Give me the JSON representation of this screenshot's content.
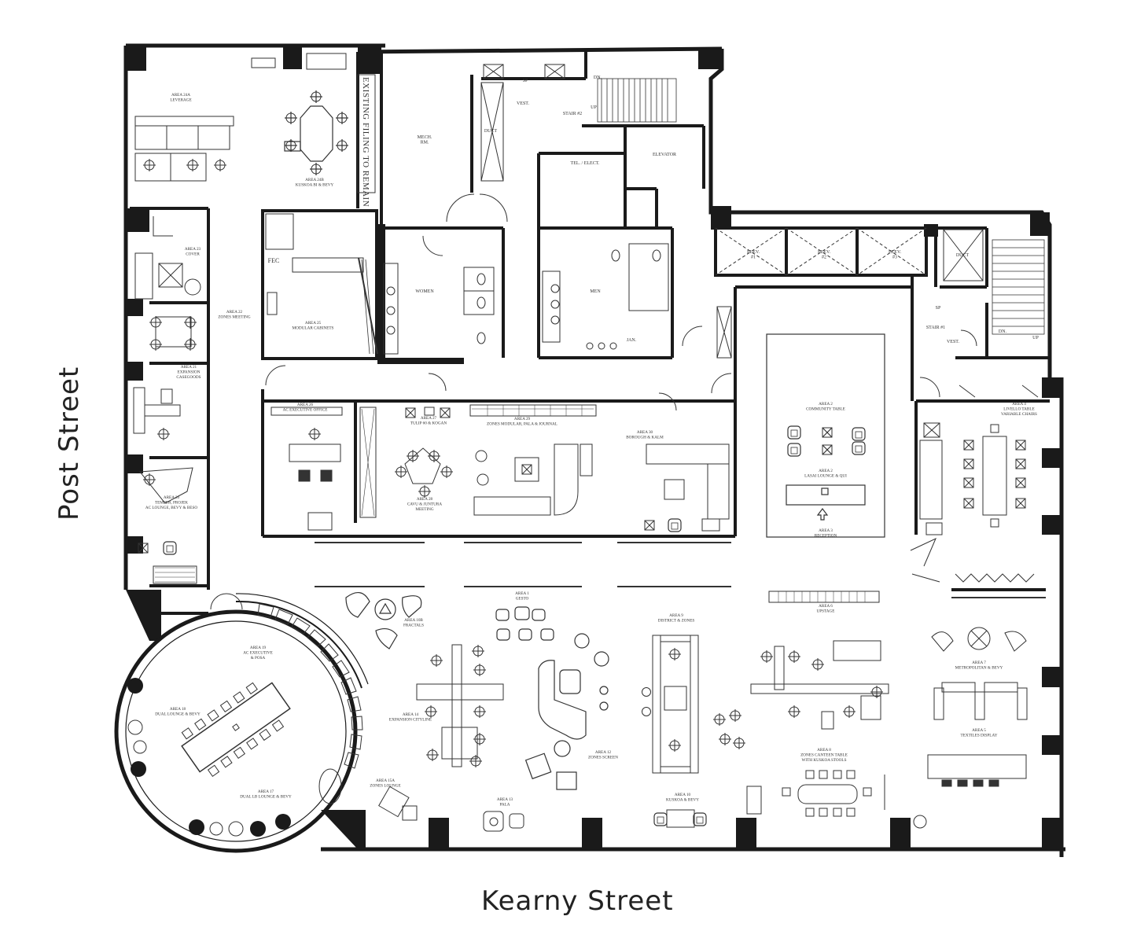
{
  "streets": {
    "left": "Post Street",
    "bottom": "Kearny Street"
  },
  "areas": [
    {
      "id": "a24a",
      "lines": [
        "AREA 24A",
        "LEVERAGE"
      ]
    },
    {
      "id": "a24b",
      "lines": [
        "AREA 24B",
        "KUSKOA BI & BEVY"
      ]
    },
    {
      "id": "a23",
      "lines": [
        "AREA 23",
        "COVER"
      ]
    },
    {
      "id": "a22",
      "lines": [
        "AREA 22",
        "ZONES MEETING"
      ]
    },
    {
      "id": "a25",
      "lines": [
        "AREA 25",
        "MODULAR CABINETS"
      ]
    },
    {
      "id": "a21",
      "lines": [
        "AREA 21",
        "EXPANSION",
        "CASEGOODS"
      ]
    },
    {
      "id": "a20",
      "lines": [
        "AREA 20",
        "TEMPER, PROJEK",
        "AC LOUNGE, BEVY & BESO"
      ]
    },
    {
      "id": "a26",
      "lines": [
        "AREA 26",
        "AC EXECUTIVE OFFICE"
      ]
    },
    {
      "id": "a27",
      "lines": [
        "AREA 27",
        "TULIP 60 & KOGAN"
      ]
    },
    {
      "id": "a29",
      "lines": [
        "AREA 29",
        "ZONES MODULAR, PALA & JOURNAL"
      ]
    },
    {
      "id": "a28",
      "lines": [
        "AREA 28",
        "CAVU & JUNTURA",
        "MEETING"
      ]
    },
    {
      "id": "a30",
      "lines": [
        "AREA 30",
        "BOROUGH & KALM"
      ]
    },
    {
      "id": "a2a",
      "lines": [
        "AREA 2",
        "COMMUNITY TABLE"
      ]
    },
    {
      "id": "a2b",
      "lines": [
        "AREA 2",
        "LASAI LOUNGE & QUI"
      ]
    },
    {
      "id": "a3",
      "lines": [
        "AREA 3",
        "RECEPTION"
      ]
    },
    {
      "id": "a4",
      "lines": [
        "AREA 4",
        "LIVELLO TABLE",
        "VARIABLE CHAIRS"
      ]
    },
    {
      "id": "a1",
      "lines": [
        "AREA 1",
        "GESTO"
      ]
    },
    {
      "id": "a10b",
      "lines": [
        "AREA 10B",
        "FRACTALS"
      ]
    },
    {
      "id": "a9",
      "lines": [
        "AREA 9",
        "DISTRICT & ZONES"
      ]
    },
    {
      "id": "a6",
      "lines": [
        "AREA 6",
        "UPSTAGE"
      ]
    },
    {
      "id": "a7",
      "lines": [
        "AREA 7",
        "METROPOLITAN & BEVY"
      ]
    },
    {
      "id": "a19",
      "lines": [
        "AREA 19",
        "AC EXECUTIVE",
        "& POSA"
      ]
    },
    {
      "id": "a18",
      "lines": [
        "AREA 18",
        "DUAL LOUNGE & BEVY"
      ]
    },
    {
      "id": "a17",
      "lines": [
        "AREA 17",
        "DUAL LB LOUNGE & BEVY"
      ]
    },
    {
      "id": "a14",
      "lines": [
        "AREA 14",
        "EXPANSION CITYLINE"
      ]
    },
    {
      "id": "a12",
      "lines": [
        "AREA 12",
        "ZONES SCREEN"
      ]
    },
    {
      "id": "a15a",
      "lines": [
        "AREA 15A",
        "ZONES LOUNGE"
      ]
    },
    {
      "id": "a13",
      "lines": [
        "AREA 13",
        "PALA"
      ]
    },
    {
      "id": "a10",
      "lines": [
        "AREA 10",
        "KUSKOA & BEVY"
      ]
    },
    {
      "id": "a8",
      "lines": [
        "AREA 8",
        "ZONES CANTEEN TABLE",
        "WITH KUSKOA STOOLS"
      ]
    },
    {
      "id": "a5",
      "lines": [
        "AREA 5",
        "TEXTILES DISPLAY"
      ]
    }
  ],
  "rooms": [
    {
      "id": "mech",
      "lines": [
        "MECH.",
        "RM."
      ]
    },
    {
      "id": "women",
      "lines": [
        "WOMEN"
      ]
    },
    {
      "id": "men",
      "lines": [
        "MEN"
      ]
    },
    {
      "id": "elevator",
      "lines": [
        "ELEVATOR"
      ]
    },
    {
      "id": "telelect",
      "lines": [
        "TEL. / ELECT."
      ]
    },
    {
      "id": "vest1",
      "lines": [
        "VEST."
      ]
    },
    {
      "id": "vest2",
      "lines": [
        "VEST."
      ]
    },
    {
      "id": "stair2",
      "lines": [
        "STAIR #2"
      ]
    },
    {
      "id": "stair1",
      "lines": [
        "STAIR #1"
      ]
    },
    {
      "id": "dn1",
      "lines": [
        "DN."
      ]
    },
    {
      "id": "up1",
      "lines": [
        "UP"
      ]
    },
    {
      "id": "dn2",
      "lines": [
        "DN."
      ]
    },
    {
      "id": "up2",
      "lines": [
        "UP"
      ]
    },
    {
      "id": "jan",
      "lines": [
        "JAN."
      ]
    },
    {
      "id": "duct1",
      "lines": [
        "DUCT"
      ]
    },
    {
      "id": "duct2",
      "lines": [
        "DUCT"
      ]
    },
    {
      "id": "elev1",
      "lines": [
        "ELEV.",
        "#1"
      ]
    },
    {
      "id": "elev2",
      "lines": [
        "ELEV.",
        "#2"
      ]
    },
    {
      "id": "elev3",
      "lines": [
        "ELEV.",
        "#3"
      ]
    },
    {
      "id": "fec",
      "lines": [
        "FEC"
      ]
    },
    {
      "id": "sp1",
      "lines": [
        "SP"
      ]
    },
    {
      "id": "sp2",
      "lines": [
        "SP"
      ]
    }
  ],
  "notes": {
    "existing_filing": "EXISTING FILING TO REMAIN"
  }
}
